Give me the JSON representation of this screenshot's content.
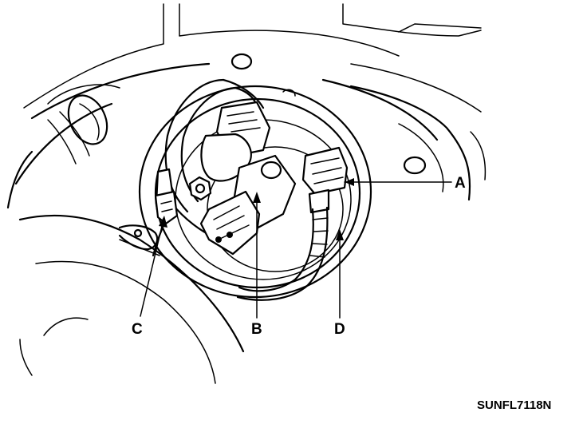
{
  "diagram": {
    "labels": {
      "a": "A",
      "b": "B",
      "c": "C",
      "d": "D"
    },
    "figure_code": "SUNFL7118N"
  }
}
